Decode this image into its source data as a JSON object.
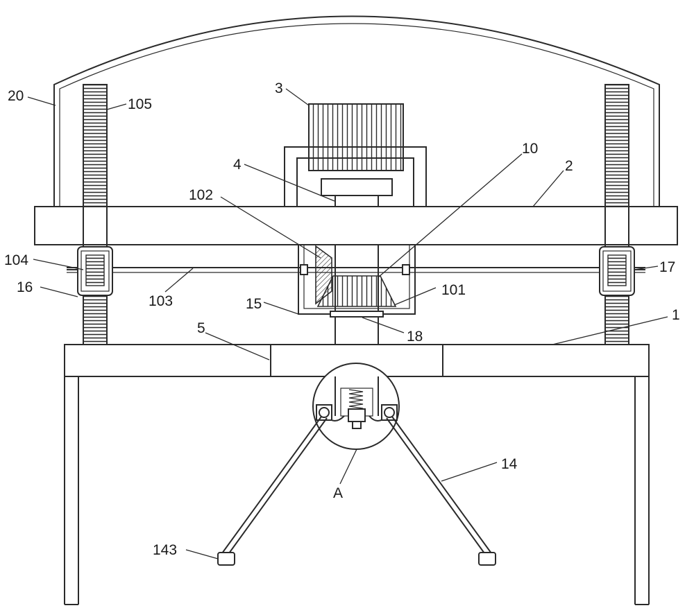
{
  "labels": {
    "l20": "20",
    "l105": "105",
    "l3": "3",
    "l10": "10",
    "l4": "4",
    "l2": "2",
    "l102": "102",
    "l104": "104",
    "l17": "17",
    "l16": "16",
    "l103": "103",
    "l101": "101",
    "l15": "15",
    "l18": "18",
    "l5": "5",
    "l1": "1",
    "l14": "14",
    "lA": "A",
    "l143": "143"
  }
}
